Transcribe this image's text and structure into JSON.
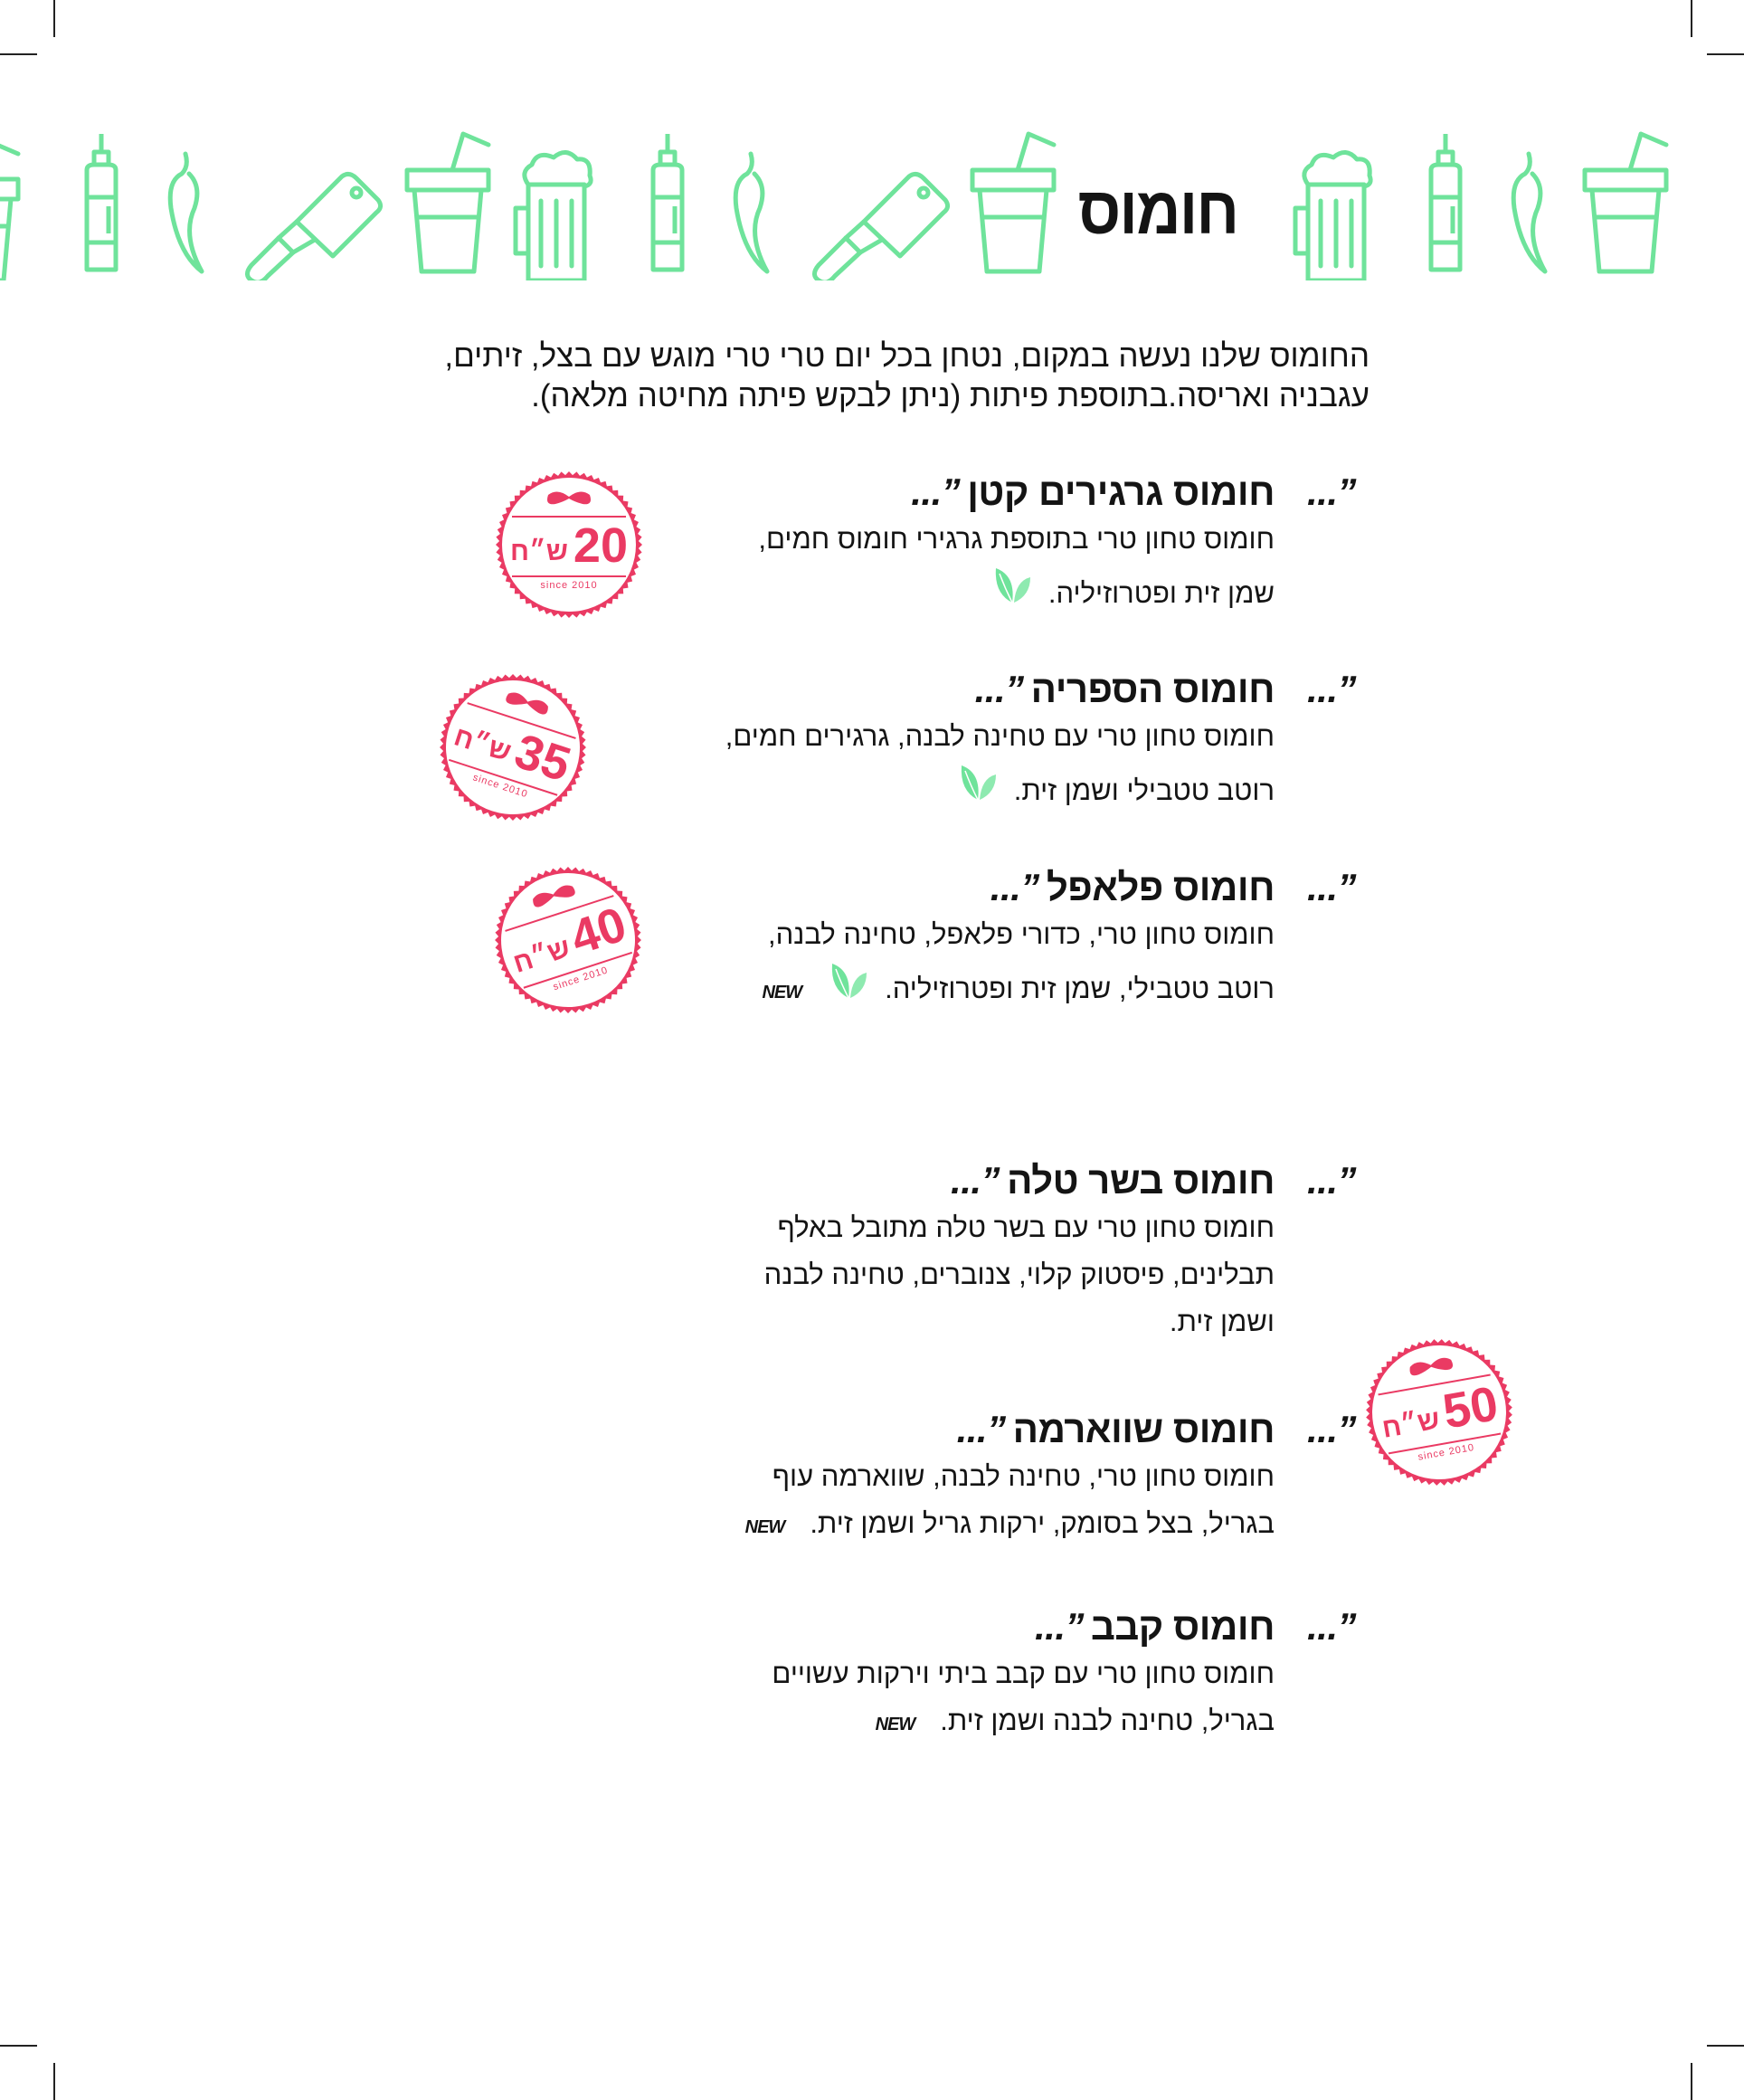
{
  "colors": {
    "accent_pink": "#ea3a63",
    "icon_green": "#6fe39b",
    "text": "#141414"
  },
  "header": {
    "title": "חומוס",
    "icons": [
      "cup-icon",
      "sauce-bottle-icon",
      "chili-icon",
      "cleaver-icon",
      "cup-icon",
      "beer-mug-icon",
      "sauce-bottle-icon",
      "chili-icon",
      "cleaver-icon",
      "cup-icon",
      "beer-mug-icon",
      "sauce-bottle-icon",
      "chili-icon",
      "cup-icon"
    ]
  },
  "intro": {
    "lines": [
      "החומוס שלנו נעשה במקום, נטחן בכל יום טרי טרי מוגש עם בצל, זיתים,",
      "עגבניה ואריסה.בתוספת פיתות (ניתן לבקש פיתה מחיטה מלאה)."
    ]
  },
  "quote_mark": "...”",
  "new_label": "NEW",
  "badge": {
    "currency": "ש״ח",
    "since": "since 2010"
  },
  "items": [
    {
      "title": "חומוס גרגירים קטן",
      "desc": [
        "חומוס טחון טרי בתוספת גרגירי חומוס חמים,",
        "שמן זית ופטרוזיליה."
      ],
      "vegan": true,
      "new": false,
      "price": "20"
    },
    {
      "title": "חומוס הספריה",
      "desc": [
        "חומוס טחון טרי עם טחינה לבנה, גרגירים חמים,",
        "רוטב טטבילי ושמן זית."
      ],
      "vegan": true,
      "new": false,
      "price": "35"
    },
    {
      "title": "חומוס פלאפל",
      "desc": [
        "חומוס טחון טרי, כדורי פלאפל, טחינה לבנה,",
        "רוטב טטבילי, שמן זית ופטרוזיליה."
      ],
      "vegan": true,
      "new": true,
      "price": "40"
    },
    {
      "title": "חומוס בשר טלה",
      "desc": [
        "חומוס טחון טרי עם בשר טלה מתובל באלף",
        "תבלינים, פיסטוק קלוי, צנוברים, טחינה לבנה",
        "ושמן זית."
      ],
      "vegan": false,
      "new": false
    },
    {
      "title": "חומוס שווארמה",
      "desc": [
        "חומוס טחון טרי, טחינה לבנה, שווארמה עוף",
        "בגריל, בצל בסומק, ירקות גריל ושמן זית."
      ],
      "vegan": false,
      "new": true
    },
    {
      "title": "חומוס קבב",
      "desc": [
        "חומוס טחון טרי עם קבב ביתי וירקות עשויים",
        "בגריל, טחינה לבנה ושמן זית."
      ],
      "vegan": false,
      "new": true
    }
  ],
  "shared_price": "50"
}
